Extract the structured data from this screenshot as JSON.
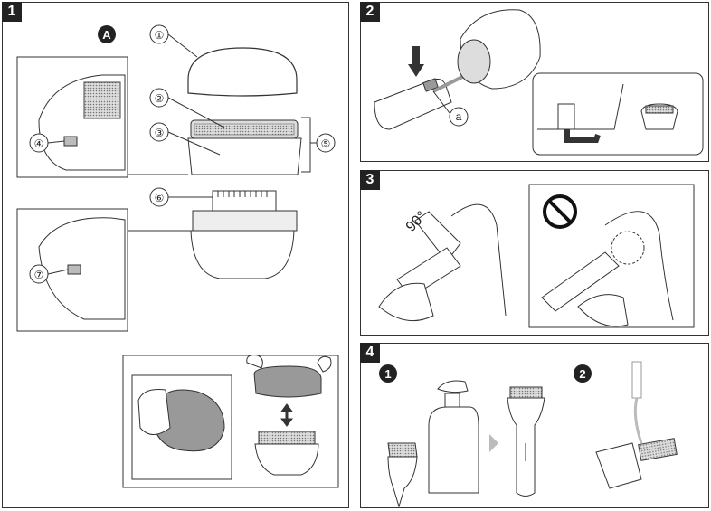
{
  "panels": [
    {
      "number": "1"
    },
    {
      "number": "2"
    },
    {
      "number": "3"
    },
    {
      "number": "4"
    }
  ],
  "panel1": {
    "marker": "A",
    "callouts": [
      "①",
      "②",
      "③",
      "④",
      "⑤",
      "⑥",
      "⑦"
    ]
  },
  "panel2": {
    "callout": "a"
  },
  "panel3": {
    "angle": "90°"
  },
  "panel4": {
    "steps": [
      "1",
      "2"
    ]
  }
}
